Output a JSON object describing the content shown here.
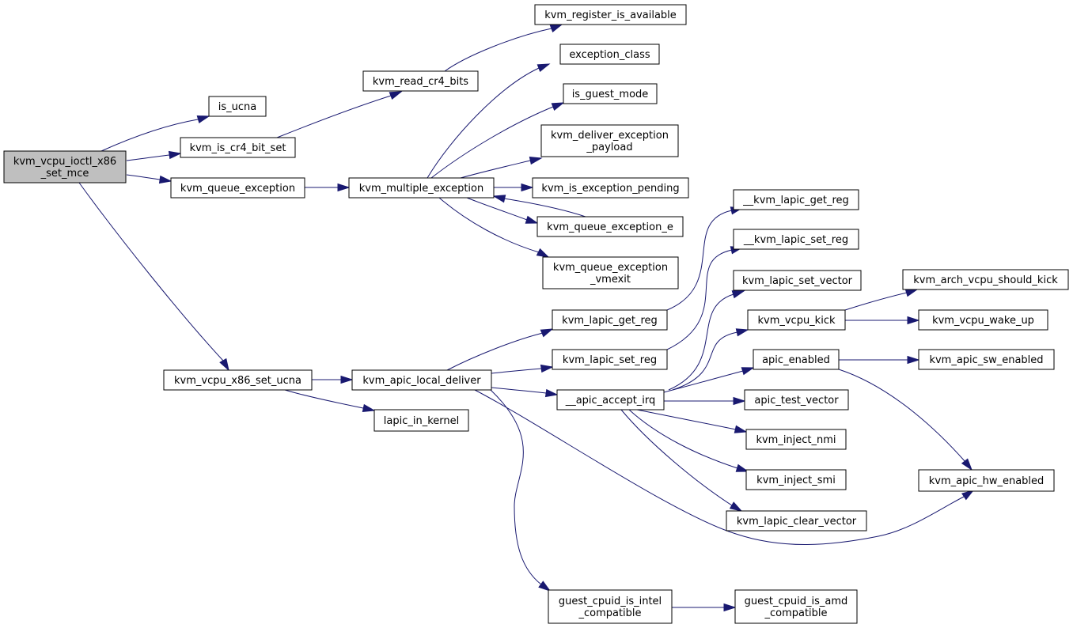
{
  "colors": {
    "edge": "#191970",
    "root_fill": "#bfbfbf",
    "node_fill": "#ffffff",
    "border": "#000000"
  },
  "nodes": {
    "root": [
      "kvm_vcpu_ioctl_x86",
      "_set_mce"
    ],
    "is_ucna": [
      "is_ucna"
    ],
    "kvm_is_cr4_bit_set": [
      "kvm_is_cr4_bit_set"
    ],
    "kvm_queue_exception": [
      "kvm_queue_exception"
    ],
    "kvm_vcpu_x86_set_ucna": [
      "kvm_vcpu_x86_set_ucna"
    ],
    "kvm_read_cr4_bits": [
      "kvm_read_cr4_bits"
    ],
    "kvm_multiple_exception": [
      "kvm_multiple_exception"
    ],
    "kvm_apic_local_deliver": [
      "kvm_apic_local_deliver"
    ],
    "lapic_in_kernel": [
      "lapic_in_kernel"
    ],
    "kvm_register_is_available": [
      "kvm_register_is_available"
    ],
    "exception_class": [
      "exception_class"
    ],
    "is_guest_mode": [
      "is_guest_mode"
    ],
    "kvm_deliver_exception_payload": [
      "kvm_deliver_exception",
      "_payload"
    ],
    "kvm_is_exception_pending": [
      "kvm_is_exception_pending"
    ],
    "kvm_queue_exception_e": [
      "kvm_queue_exception_e"
    ],
    "kvm_queue_exception_vmexit": [
      "kvm_queue_exception",
      "_vmexit"
    ],
    "kvm_lapic_get_reg": [
      "kvm_lapic_get_reg"
    ],
    "kvm_lapic_set_reg": [
      "kvm_lapic_set_reg"
    ],
    "apic_accept_irq": [
      "__apic_accept_irq"
    ],
    "guest_cpuid_is_intel_compatible": [
      "guest_cpuid_is_intel",
      "_compatible"
    ],
    "__kvm_lapic_get_reg": [
      "__kvm_lapic_get_reg"
    ],
    "__kvm_lapic_set_reg": [
      "__kvm_lapic_set_reg"
    ],
    "kvm_lapic_set_vector": [
      "kvm_lapic_set_vector"
    ],
    "kvm_vcpu_kick": [
      "kvm_vcpu_kick"
    ],
    "apic_enabled": [
      "apic_enabled"
    ],
    "apic_test_vector": [
      "apic_test_vector"
    ],
    "kvm_inject_nmi": [
      "kvm_inject_nmi"
    ],
    "kvm_inject_smi": [
      "kvm_inject_smi"
    ],
    "kvm_lapic_clear_vector": [
      "kvm_lapic_clear_vector"
    ],
    "guest_cpuid_is_amd_compatible": [
      "guest_cpuid_is_amd",
      "_compatible"
    ],
    "kvm_arch_vcpu_should_kick": [
      "kvm_arch_vcpu_should_kick"
    ],
    "kvm_vcpu_wake_up": [
      "kvm_vcpu_wake_up"
    ],
    "kvm_apic_sw_enabled": [
      "kvm_apic_sw_enabled"
    ],
    "kvm_apic_hw_enabled": [
      "kvm_apic_hw_enabled"
    ]
  }
}
